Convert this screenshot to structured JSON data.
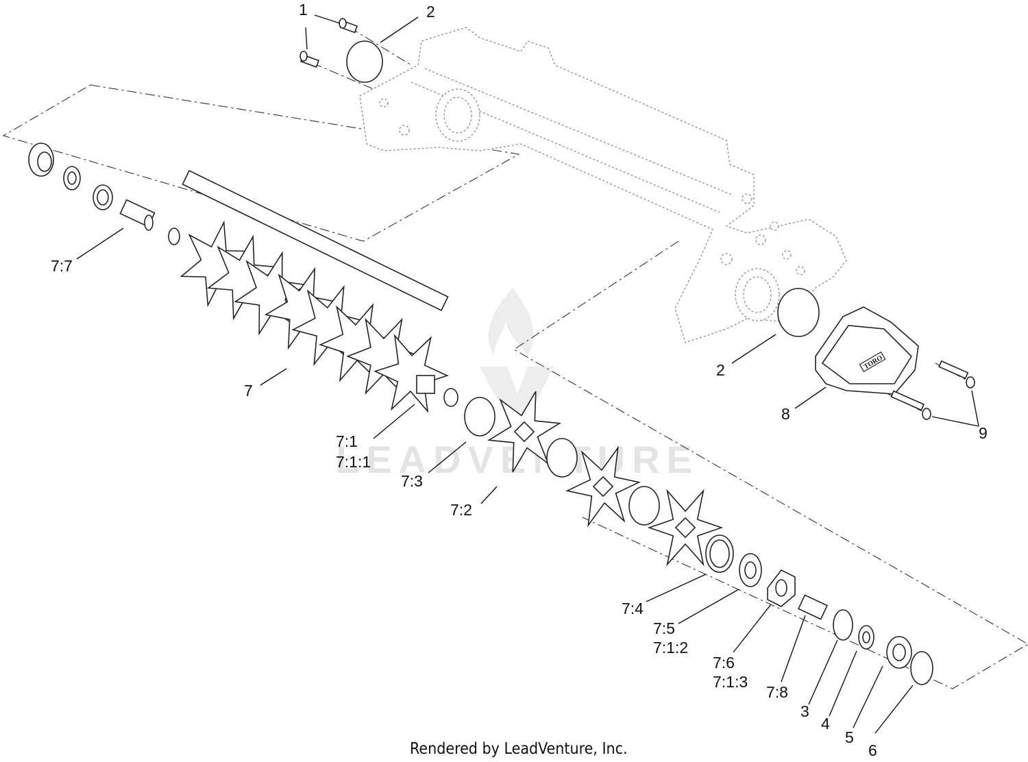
{
  "diagram": {
    "callouts": {
      "c1": "1",
      "c2_top": "2",
      "c2_right": "2",
      "c3": "3",
      "c4": "4",
      "c5": "5",
      "c6": "6",
      "c7": "7",
      "c8": "8",
      "c9": "9",
      "c77": "7:7",
      "c71": "7:1",
      "c711": "7:1:1",
      "c73": "7:3",
      "c72": "7:2",
      "c74": "7:4",
      "c75": "7:5",
      "c712": "7:1:2",
      "c76": "7:6",
      "c713": "7:1:3",
      "c78": "7:8"
    },
    "cover_brand": "TORO",
    "watermark": "LEADVENTURE",
    "footer": "Rendered by LeadVenture, Inc."
  }
}
